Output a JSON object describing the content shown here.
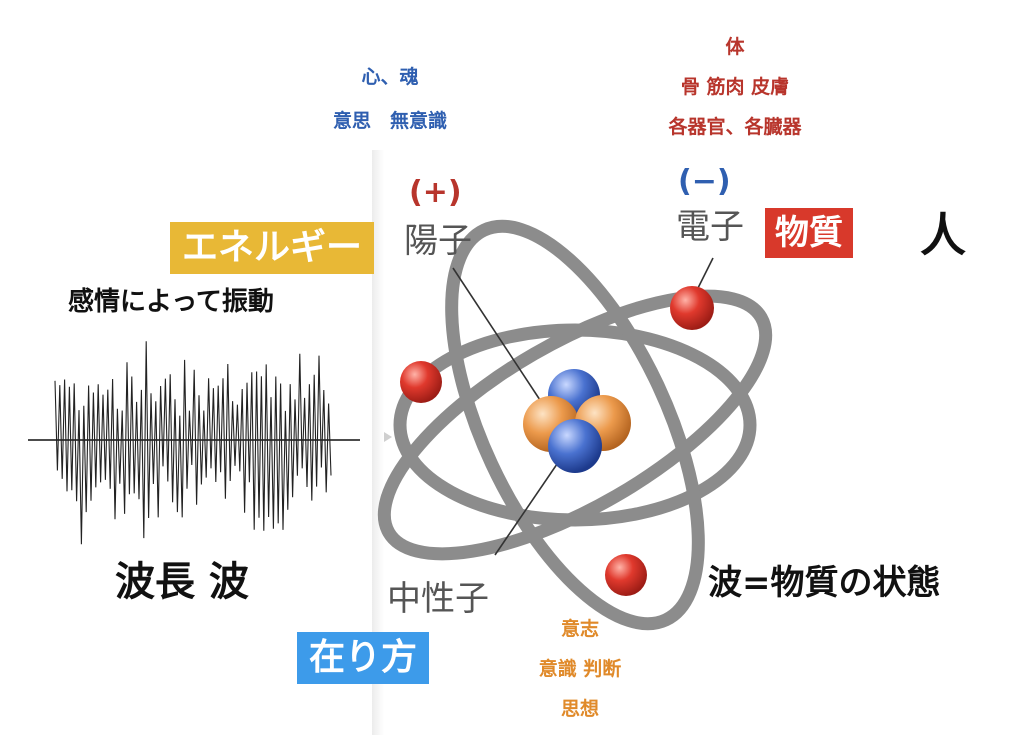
{
  "spirit": {
    "line1": "心、魂",
    "line2": "意思　無意識"
  },
  "body": {
    "line1": "体",
    "line2": "骨  筋肉  皮膚",
    "line3": "各器官、各臓器"
  },
  "proton": {
    "sign": "(+)",
    "label": "陽子",
    "badge": "エネルギー"
  },
  "electron": {
    "sign": "(−)",
    "label": "電子",
    "badge": "物質"
  },
  "person": "人",
  "vibration_caption": "感情によって振動",
  "wave_caption": "波長 波",
  "neutron": {
    "label": "中性子",
    "badge": "在り方"
  },
  "neutron_notes": {
    "line1": "意志",
    "line2": "意識  判断",
    "line3": "思想"
  },
  "wave_state": "波=物質の状態",
  "colors": {
    "energy_badge": "#e8b836",
    "matter_badge": "#d8392b",
    "way_badge": "#3d9bea",
    "orbit": "#8c8c8c",
    "electron": "#d8372d",
    "proton_ball": "#e89a48",
    "neutron_ball": "#3f68c6"
  }
}
